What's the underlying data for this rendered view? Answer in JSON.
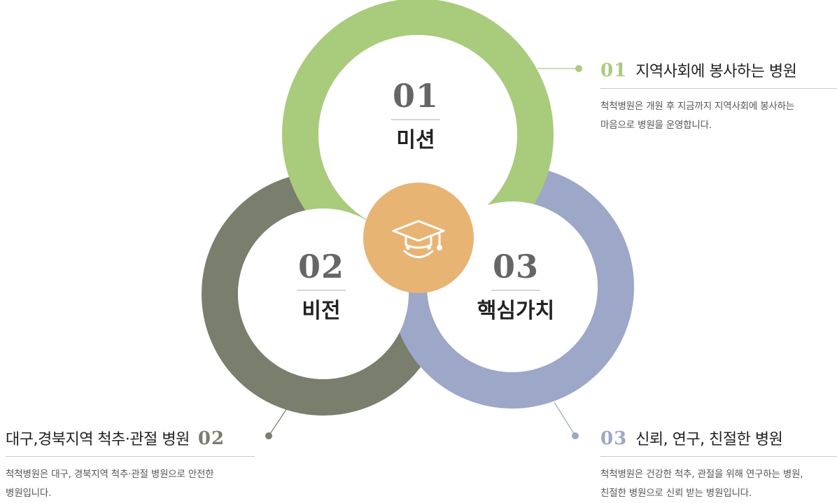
{
  "colors": {
    "mission": "#a9cb7c",
    "vision": "#797e6d",
    "values": "#9da7c7",
    "center": "#e8b474",
    "numbers": "#666666"
  },
  "center_icon": "graduation-cap-smile-icon",
  "rings": [
    {
      "num": "01",
      "title": "미션"
    },
    {
      "num": "02",
      "title": "비전"
    },
    {
      "num": "03",
      "title": "핵심가치"
    }
  ],
  "callouts": [
    {
      "num": "01",
      "title": "지역사회에 봉사하는 병원",
      "desc_lines": [
        "척척병원은 개원 후 지금까지 지역사회에 봉사하는",
        "마음으로 병원을 운영합니다."
      ]
    },
    {
      "num": "02",
      "title": "대구,경북지역 척추·관절 병원",
      "desc_lines": [
        "척척병원은 대구, 경북지역 척추·관절 병원으로 안전한",
        "병원입니다."
      ]
    },
    {
      "num": "03",
      "title": "신뢰, 연구, 친절한 병원",
      "desc_lines": [
        "척척병원은 건강한 척추, 관절을 위해 연구하는 병원,",
        "친절한 병원으로 신뢰 받는 병원입니다."
      ]
    }
  ]
}
